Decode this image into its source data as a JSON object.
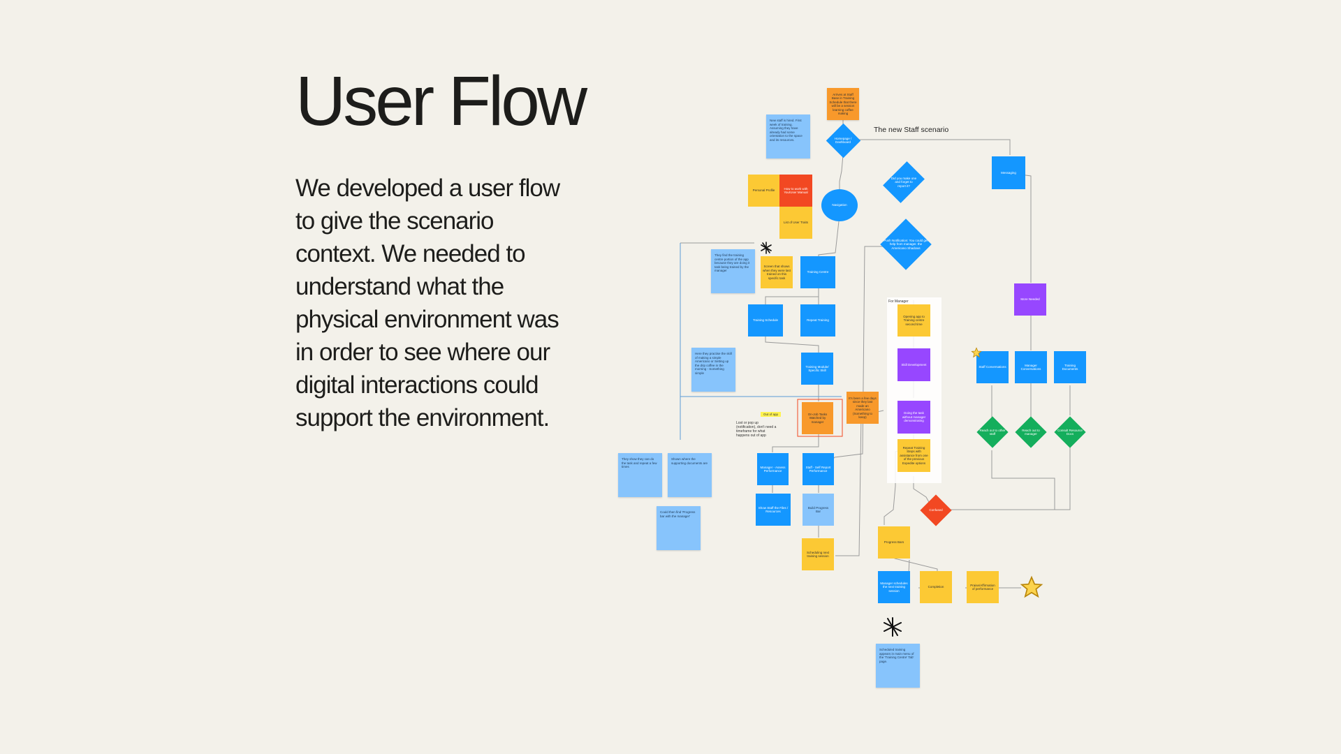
{
  "title": "User Flow",
  "description_lines": [
    "We developed a user flow",
    "to give the scenario",
    "context. We needed to",
    "understand what the",
    "physical environment was",
    "in order to see where our",
    "digital interactions could",
    "support the environment."
  ],
  "flow": {
    "scenario_label": "The new Staff scenario",
    "out_of_app_tag": "Out of app",
    "annotation": "Lost or pop up (notification), don't need a timeframe for what happens out of app",
    "panel_label": "For Manager",
    "nodes": {
      "arrives": "Arrives at Staff Base in Training Schedule that there will be a session learning coffee making",
      "homepage": "Homepage / Dashboard",
      "new_staff_note": "New staff is hired. First week of training. Assuming they have already had some orientation to the space and its resources.",
      "personal_profile": "Personal Profile",
      "how_to_work": "How to work with You/User Manual",
      "list_traits": "List of User Traits",
      "navigation": "Navigation",
      "did_you_make": "Did you make one and forget to report it?",
      "push_notification": "Push Notification: You could get help from manager. the Americano Shadows",
      "messaging": "Messaging",
      "find_training_note": "They find the training centre portion of the app because they are doing it task being trained by the manager",
      "screen_shows": "Screen that shows when they were last trained on this specific task",
      "training_centre": "Training Centre",
      "training_schedule": "Training Schedule",
      "repeat_training": "Repeat Training",
      "skill_practice_note": "Here they practise the skill of making a simple Americano or Setting up the drip coffee in the morning - Something simple",
      "training_module": "Training Module/ Specific Skill",
      "on_job_tasks": "On-Job Tasks Watched by manager",
      "few_days": "It's been a few days since they last made an Americano (Something to keep)",
      "opening_app": "Opening app to Training centre second time",
      "skill_development": "Skill Development",
      "doing_task": "Doing the task without manager demonstrating",
      "repeat_steps": "Repeat Training Steps with assistance from one of the previous Expedite options",
      "more_needed": "More Needed",
      "staff_conversations": "Staff Conversations",
      "manager_conversations": "Manager Conversations",
      "training_documents": "Training Documents",
      "reach_other_staff": "Reach out to other staff",
      "reach_manager": "Reach out to manager",
      "consult_resource": "Consult Resource Docs",
      "confused": "Confused",
      "manager_assess": "Manager - Assess Performance",
      "staff_self_report": "Staff - Self Report Performance",
      "they_show_note": "They show they can do the task and repeat a few times",
      "shown_where_note": "Shown where the supporting documents are",
      "could_feel_note": "Could then find 'Progress bar with the manager'",
      "show_staff_files": "Show Staff the Files / Resources",
      "build_progress": "Build Progress Bar",
      "scheduling_next": "Scheduling next training session",
      "progress_bars": "Progress Bars",
      "manager_schedules": "Manager schedules the next training session",
      "completion": "Completion",
      "praise": "Praise/Affirmation of performance",
      "scheduled_note": "Scheduled training appears in main menu of the 'Training Centre' Tab' page."
    }
  },
  "colors": {
    "background": "#f3f1ea",
    "yellow": "#fcc934",
    "orange": "#f8992b",
    "red": "#f24822",
    "blue": "#1497ff",
    "light_blue": "#87c4fc",
    "purple": "#9747ff",
    "green": "#14ae5c",
    "connector": "#9a9a9a"
  },
  "icons": [
    "asterisk-icon",
    "star-icon"
  ]
}
